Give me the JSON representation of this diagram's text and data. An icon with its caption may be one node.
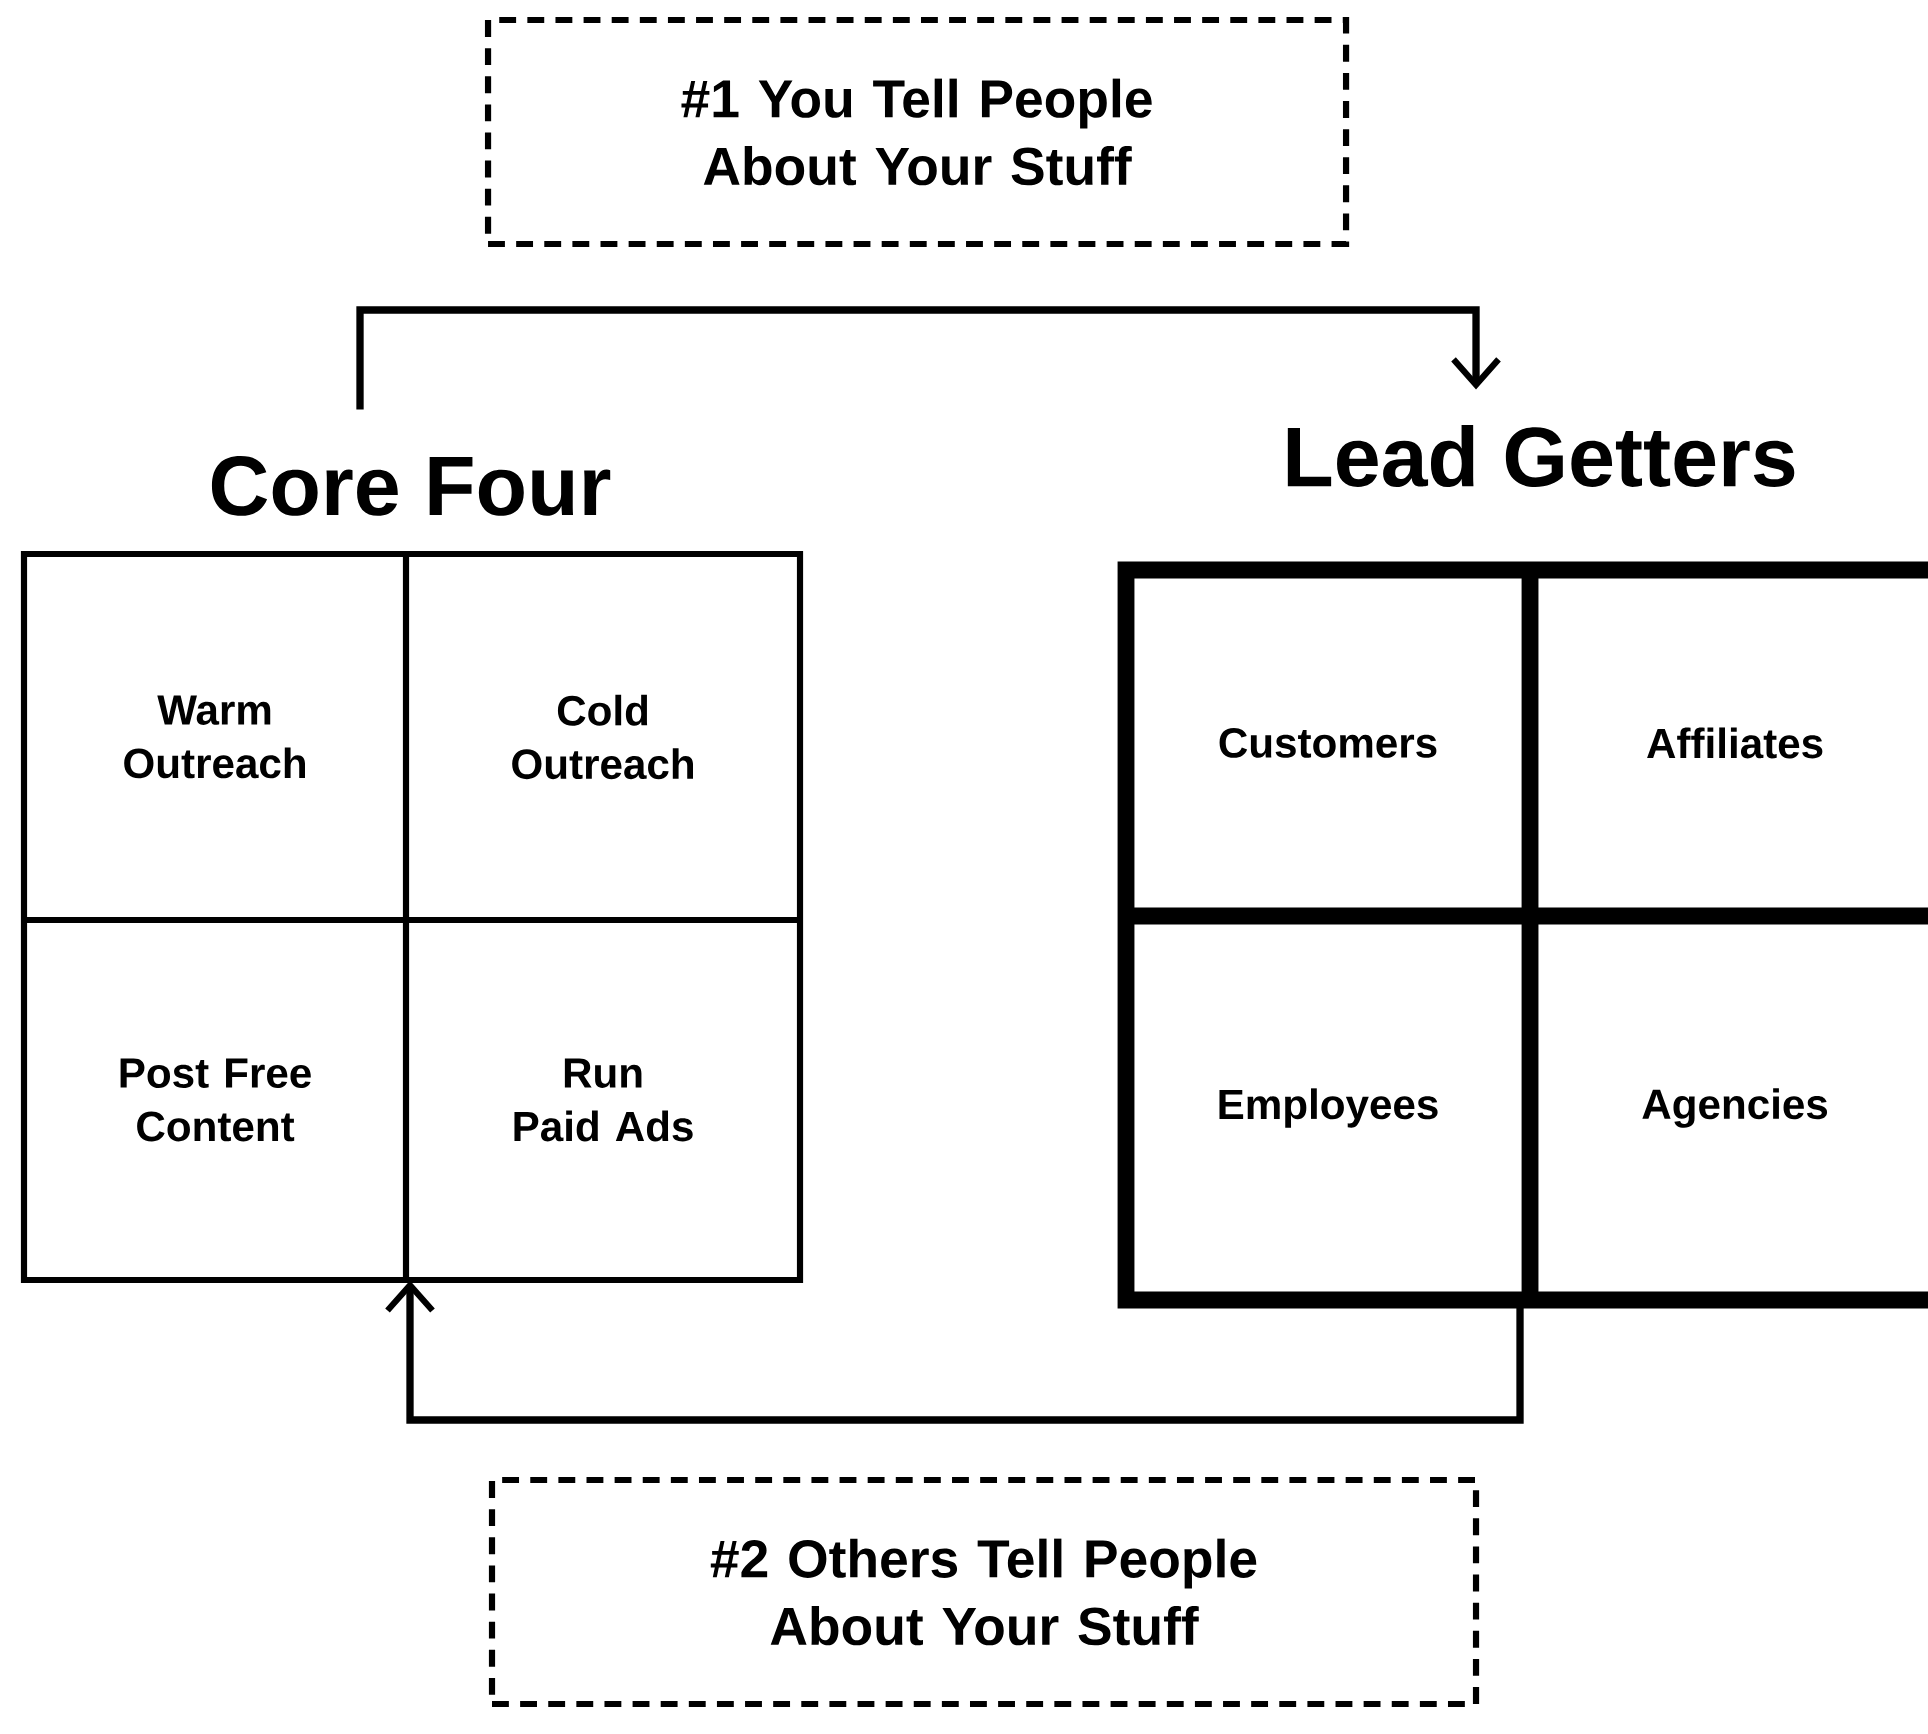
{
  "diagram": {
    "nodes": [
      {
        "text": [
          "Core Four"
        ]
      },
      {
        "text": [
          "Warm Outreach"
        ],
        "in": 0
      },
      {
        "text": [
          "Cold Outreach"
        ],
        "in": 0
      },
      {
        "text": [
          "Post Free Content"
        ],
        "in": 0
      },
      {
        "text": [
          "Run Paid Ads"
        ],
        "in": 0
      },
      {
        "text": [
          "Lead Getters"
        ]
      },
      {
        "text": [
          "Customers"
        ],
        "in": 5
      },
      {
        "text": [
          "Affiliates"
        ],
        "in": 5
      },
      {
        "text": [
          "Employees"
        ],
        "in": 5
      },
      {
        "text": [
          "Agencies"
        ],
        "in": 5
      },
      {
        "text": [
          "#1 **You** Tell People About Your Stuff"
        ]
      },
      {
        "text": [
          "#2 **Others** Tell People About Your Stuff"
        ]
      }
    ],
    "edges": [
      {
        "from": 0,
        "to": 5,
        "arrow": "to"
      },
      {
        "from": 5,
        "to": 0,
        "arrow": "to"
      }
    ]
  }
}
